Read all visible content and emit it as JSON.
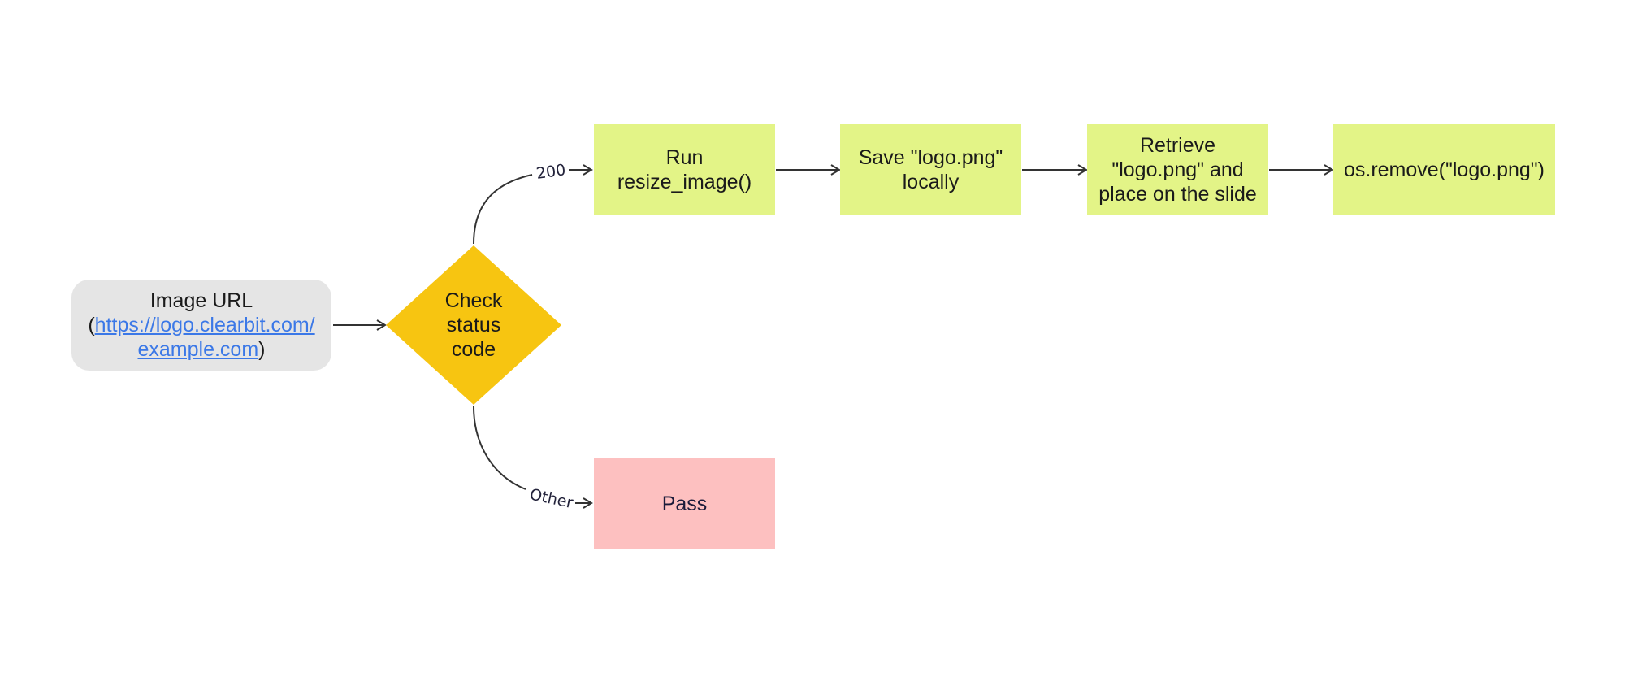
{
  "diagram": {
    "type": "flowchart",
    "nodes": {
      "start": {
        "label": "Image URL",
        "paren_open": "(",
        "url_line1": "https://logo.clearbit.com/",
        "url_line2": "example.com",
        "paren_close": ")",
        "shape": "rounded-rectangle",
        "color": "#e5e5e5"
      },
      "decision": {
        "lines": [
          "Check",
          "status",
          "code"
        ],
        "shape": "diamond",
        "color": "#f7c511"
      },
      "resize": {
        "lines": [
          "Run",
          "resize_image()"
        ],
        "color": "#e3f487"
      },
      "save": {
        "lines": [
          "Save \"logo.png\"",
          "locally"
        ],
        "color": "#e3f487"
      },
      "retrieve": {
        "lines": [
          "Retrieve",
          "\"logo.png\" and",
          "place on the slide"
        ],
        "color": "#e3f487"
      },
      "remove": {
        "lines": [
          "os.remove(\"logo.png\")"
        ],
        "color": "#e3f487"
      },
      "pass": {
        "lines": [
          "Pass"
        ],
        "color": "#fdc0c0"
      }
    },
    "edges": [
      {
        "from": "start",
        "to": "decision",
        "label": ""
      },
      {
        "from": "decision",
        "to": "resize",
        "label": "200"
      },
      {
        "from": "decision",
        "to": "pass",
        "label": "Other"
      },
      {
        "from": "resize",
        "to": "save",
        "label": ""
      },
      {
        "from": "save",
        "to": "retrieve",
        "label": ""
      },
      {
        "from": "retrieve",
        "to": "remove",
        "label": ""
      }
    ],
    "link_color": "#3b78e7",
    "edge_color": "#333333"
  }
}
